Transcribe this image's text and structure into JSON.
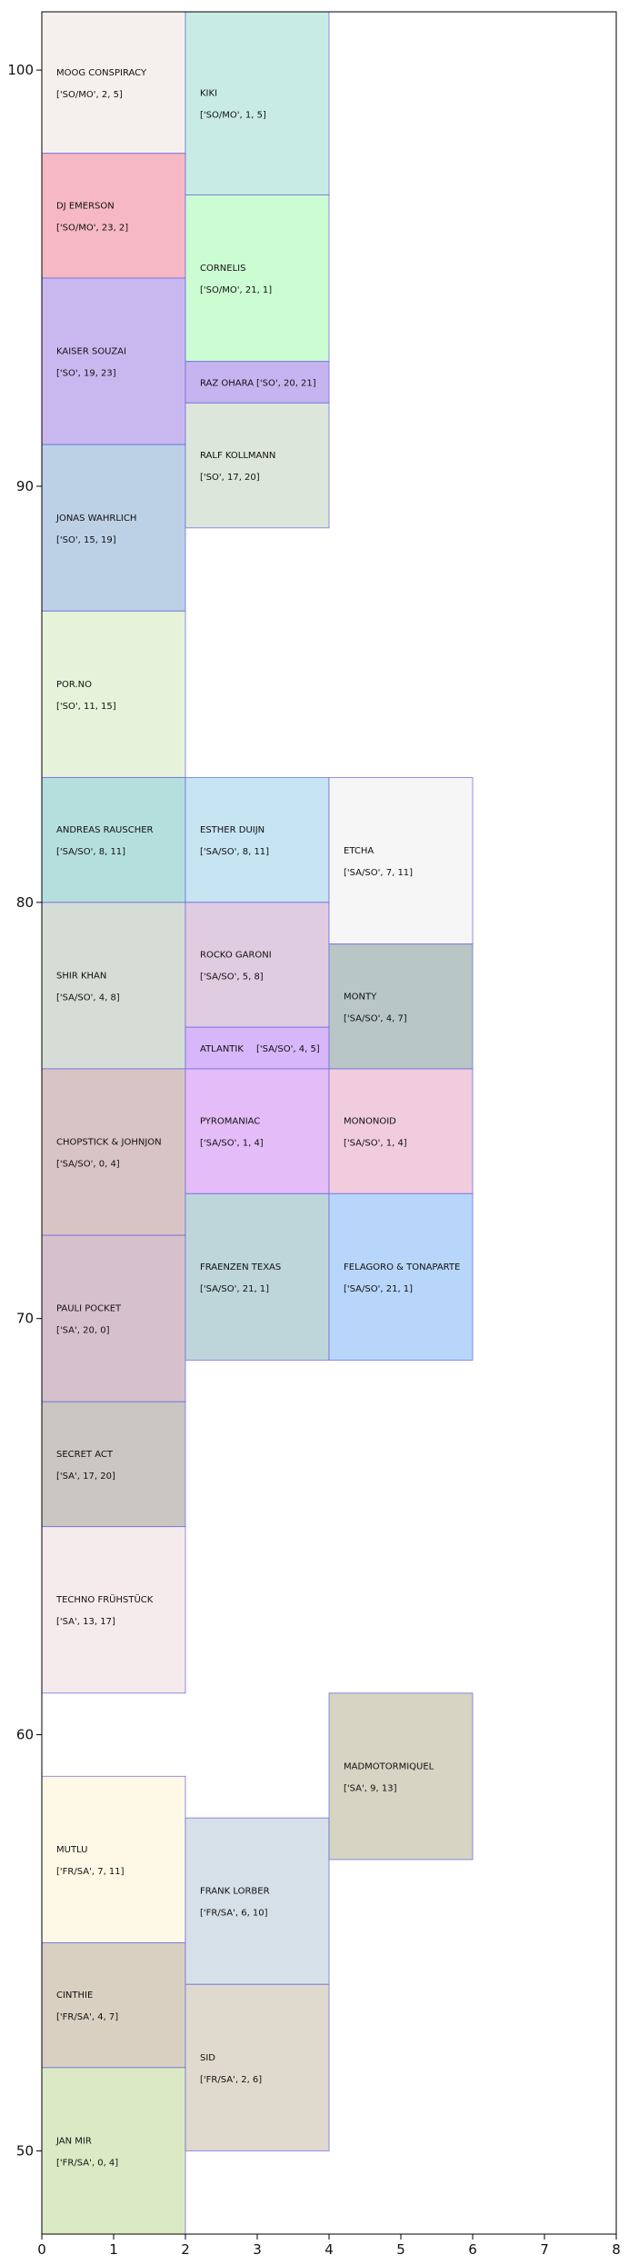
{
  "chart_data": {
    "type": "rectangles",
    "xlim": [
      0,
      8
    ],
    "ylim": [
      48,
      101.4
    ],
    "xticks": [
      0,
      1,
      2,
      3,
      4,
      5,
      6,
      7,
      8
    ],
    "yticks": [
      50,
      60,
      70,
      80,
      90,
      100
    ],
    "xlabel": "",
    "ylabel": "",
    "title": "",
    "blocks": [
      {
        "name": "MOOG CONSPIRACY",
        "info": "['SO/MO', 2, 5]",
        "x0": 0,
        "x1": 2,
        "y0": 98,
        "y1": 101.4,
        "color": "#f5f0ee"
      },
      {
        "name": "DJ EMERSON",
        "info": "['SO/MO', 23, 2]",
        "x0": 0,
        "x1": 2,
        "y0": 95,
        "y1": 98,
        "color": "#f5b8c4"
      },
      {
        "name": "KAISER SOUZAI",
        "info": "['SO', 19, 23]",
        "x0": 0,
        "x1": 2,
        "y0": 91,
        "y1": 95,
        "color": "#c9b8f0"
      },
      {
        "name": "JONAS WAHRLICH",
        "info": "['SO', 15, 19]",
        "x0": 0,
        "x1": 2,
        "y0": 87,
        "y1": 91,
        "color": "#bcd1e6"
      },
      {
        "name": "POR.NO",
        "info": "['SO', 11, 15]",
        "x0": 0,
        "x1": 2,
        "y0": 83,
        "y1": 87,
        "color": "#e6f2da"
      },
      {
        "name": "ANDREAS RAUSCHER",
        "info": "['SA/SO', 8, 11]",
        "x0": 0,
        "x1": 2,
        "y0": 80,
        "y1": 83,
        "color": "#b5dfdd"
      },
      {
        "name": "SHIR KHAN",
        "info": "['SA/SO', 4, 8]",
        "x0": 0,
        "x1": 2,
        "y0": 76,
        "y1": 80,
        "color": "#d6dcd6"
      },
      {
        "name": "CHOPSTICK & JOHNJON",
        "info": "['SA/SO', 0, 4]",
        "x0": 0,
        "x1": 2,
        "y0": 72,
        "y1": 76,
        "color": "#d8c4c4"
      },
      {
        "name": "PAULI POCKET",
        "info": "['SA', 20, 0]",
        "x0": 0,
        "x1": 2,
        "y0": 68,
        "y1": 72,
        "color": "#d6c0cc"
      },
      {
        "name": "SECRET ACT",
        "info": "['SA', 17, 20]",
        "x0": 0,
        "x1": 2,
        "y0": 65,
        "y1": 68,
        "color": "#cac6c2"
      },
      {
        "name": "TECHNO FRÜHSTÜCK",
        "info": "['SA', 13, 17]",
        "x0": 0,
        "x1": 2,
        "y0": 61,
        "y1": 65,
        "color": "#f5eaec"
      },
      {
        "name": "MUTLU",
        "info": "['FR/SA', 7, 11]",
        "x0": 0,
        "x1": 2,
        "y0": 55,
        "y1": 59,
        "color": "#fdf9e6"
      },
      {
        "name": "CINTHIE",
        "info": "['FR/SA', 4, 7]",
        "x0": 0,
        "x1": 2,
        "y0": 52,
        "y1": 55,
        "color": "#d9d0c2"
      },
      {
        "name": "JAN MIR",
        "info": "['FR/SA', 0, 4]",
        "x0": 0,
        "x1": 2,
        "y0": 48,
        "y1": 52,
        "color": "#dbeac4"
      },
      {
        "name": "KIKI",
        "info": "['SO/MO', 1, 5]",
        "x0": 2,
        "x1": 4,
        "y0": 97,
        "y1": 101.4,
        "color": "#c8ece4"
      },
      {
        "name": "CORNELIS",
        "info": "['SO/MO', 21, 1]",
        "x0": 2,
        "x1": 4,
        "y0": 93,
        "y1": 97,
        "color": "#ccfcd2"
      },
      {
        "name": "RAZ OHARA",
        "info": "['SO', 20, 21]",
        "x0": 2,
        "x1": 4,
        "y0": 92,
        "y1": 93,
        "color": "#c6b4f0"
      },
      {
        "name": "RALF KOLLMANN",
        "info": "['SO', 17, 20]",
        "x0": 2,
        "x1": 4,
        "y0": 89,
        "y1": 92,
        "color": "#dce6da"
      },
      {
        "name": "ESTHER DUIJN",
        "info": "['SA/SO', 8, 11]",
        "x0": 2,
        "x1": 4,
        "y0": 80,
        "y1": 83,
        "color": "#c6e4f2"
      },
      {
        "name": "ROCKO  GARONI",
        "info": "['SA/SO', 5, 8]",
        "x0": 2,
        "x1": 4,
        "y0": 77,
        "y1": 80,
        "color": "#e0cce0"
      },
      {
        "name": "ATLANTIK",
        "info": "['SA/SO', 4, 5]",
        "x0": 2,
        "x1": 4,
        "y0": 76,
        "y1": 77,
        "color": "#d8b6fa"
      },
      {
        "name": "PYROMANIAC",
        "info": "['SA/SO', 1, 4]",
        "x0": 2,
        "x1": 4,
        "y0": 73,
        "y1": 76,
        "color": "#e4bcf8"
      },
      {
        "name": "FRAENZEN TEXAS",
        "info": "['SA/SO', 21, 1]",
        "x0": 2,
        "x1": 4,
        "y0": 69,
        "y1": 73,
        "color": "#bed6da"
      },
      {
        "name": "FRANK LORBER",
        "info": "['FR/SA', 6, 10]",
        "x0": 2,
        "x1": 4,
        "y0": 54,
        "y1": 58,
        "color": "#d6e0e8"
      },
      {
        "name": "SID",
        "info": "['FR/SA', 2, 6]",
        "x0": 2,
        "x1": 4,
        "y0": 50,
        "y1": 54,
        "color": "#e0dace"
      },
      {
        "name": "ETCHA",
        "info": "['SA/SO', 7, 11]",
        "x0": 4,
        "x1": 6,
        "y0": 79,
        "y1": 83,
        "color": "#f6f6f6"
      },
      {
        "name": "MONTY",
        "info": "['SA/SO', 4, 7]",
        "x0": 4,
        "x1": 6,
        "y0": 76,
        "y1": 79,
        "color": "#b8c6c6"
      },
      {
        "name": "MONONOID",
        "info": "['SA/SO', 1, 4]",
        "x0": 4,
        "x1": 6,
        "y0": 73,
        "y1": 76,
        "color": "#f0ccdc"
      },
      {
        "name": "FELAGORO & TONAPARTE",
        "info": "['SA/SO', 21, 1]",
        "x0": 4,
        "x1": 6,
        "y0": 69,
        "y1": 73,
        "color": "#b8d6fa"
      },
      {
        "name": "MADMOTORMIQUEL",
        "info": "['SA', 9, 13]",
        "x0": 4,
        "x1": 6,
        "y0": 57,
        "y1": 61,
        "color": "#d6d4c2"
      }
    ]
  }
}
